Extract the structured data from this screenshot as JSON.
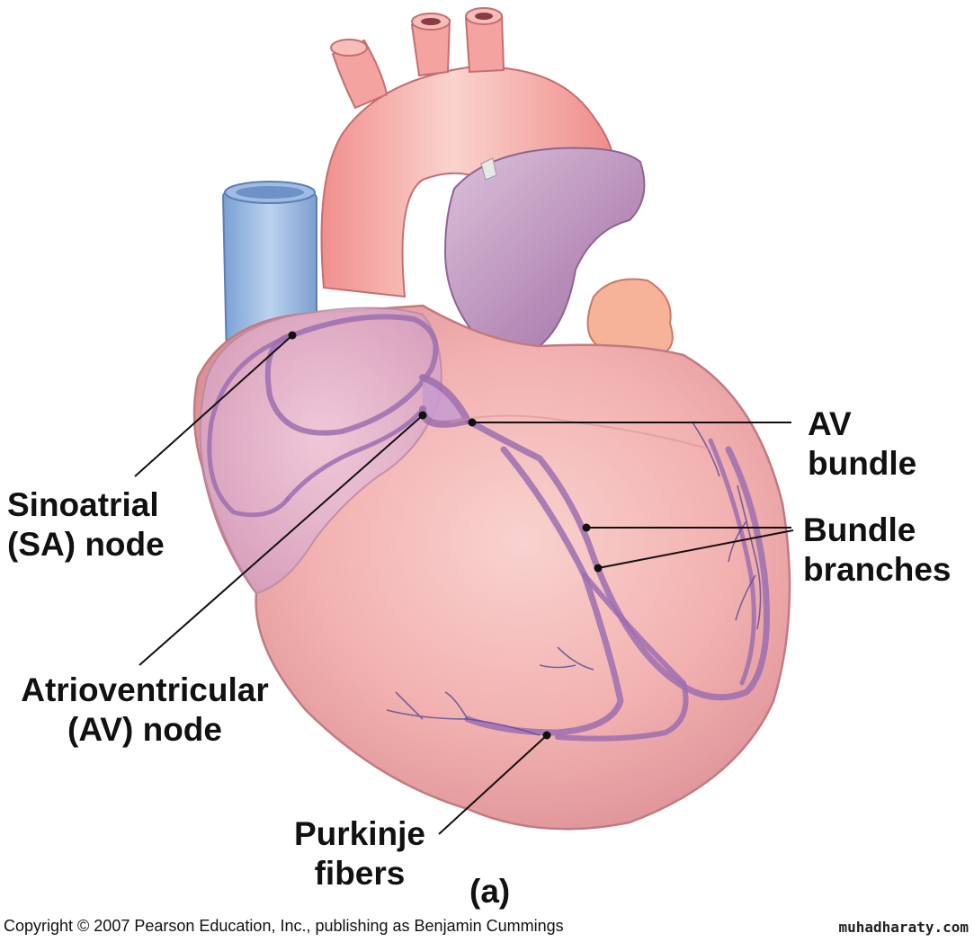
{
  "labels": {
    "sa_node": [
      "Sinoatrial",
      "(SA) node"
    ],
    "av_node": [
      "Atrioventricular",
      "(AV) node"
    ],
    "av_bundle": [
      "AV",
      "bundle"
    ],
    "bundle_branches": [
      "Bundle",
      "branches"
    ],
    "purkinje": [
      "Purkinje",
      "fibers"
    ],
    "panel": "(a)"
  },
  "footer": {
    "copyright": "Copyright © 2007 Pearson Education, Inc., publishing as Benjamin Cummings",
    "watermark": "muhadharaty.com"
  },
  "colors": {
    "heart_tissue": "#f2b6b8",
    "aorta": "#f4a4a2",
    "pulmonary_trunk": "#c9a7c7",
    "vena_cava": "#8fb3e0",
    "conduction_system": "#9c6fb0",
    "purkinje_fibers": "#5a4a9a",
    "leader_lines": "#111111"
  }
}
